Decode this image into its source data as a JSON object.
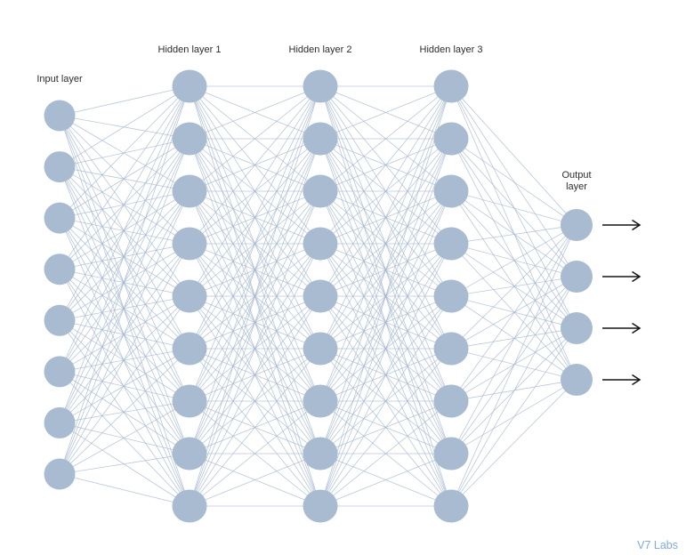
{
  "diagram": {
    "title": "neural-network-diagram",
    "layers": [
      {
        "id": "input",
        "label": "Input layer",
        "nodes": 8
      },
      {
        "id": "hidden1",
        "label": "Hidden layer 1",
        "nodes": 9
      },
      {
        "id": "hidden2",
        "label": "Hidden layer 2",
        "nodes": 9
      },
      {
        "id": "hidden3",
        "label": "Hidden layer 3",
        "nodes": 9
      },
      {
        "id": "output",
        "label": "Output layer",
        "nodes": 4
      }
    ],
    "connections": "fully-connected-between-adjacent-layers",
    "output_arrows": 4,
    "colors": {
      "node_fill": "#a8bbd1",
      "edge_stroke": "#a3b6cf",
      "arrow": "#141414",
      "label_text": "#2d2d2d",
      "watermark_text": "#84aadc",
      "background": "#ffffff"
    }
  },
  "watermark": {
    "text": "V7 Labs"
  }
}
